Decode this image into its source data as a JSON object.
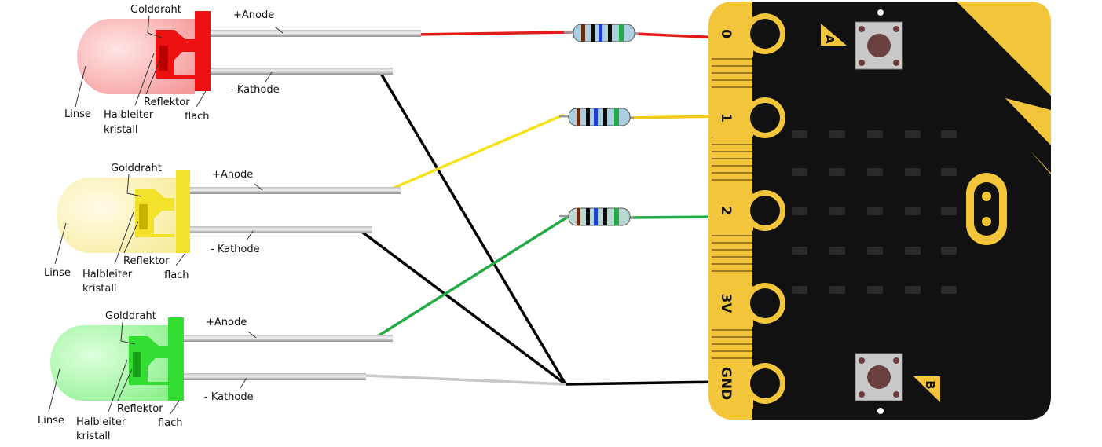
{
  "colors": {
    "red_led": "#ee1111",
    "yellow_led": "#f2e22a",
    "green_led": "#33dd33",
    "board": "#111111",
    "gold": "#f2c53a",
    "wire_red": "#e21b1b",
    "wire_yellow": "#f5e21d",
    "wire_green": "#22aa44",
    "wire_black": "#000000",
    "wire_gray": "#c8c8c8",
    "led_matrix": "#2a2a2a"
  },
  "leds": [
    {
      "color_name": "red",
      "labels": {
        "golddraht": "Golddraht",
        "anode": "+Anode",
        "kathode": "- Kathode",
        "linse": "Linse",
        "halbleiter_1": "Halbleiter",
        "halbleiter_2": "kristall",
        "reflektor": "Reflektor",
        "flach": "flach"
      }
    },
    {
      "color_name": "yellow",
      "labels": {
        "golddraht": "Golddraht",
        "anode": "+Anode",
        "kathode": "- Kathode",
        "linse": "Linse",
        "halbleiter_1": "Halbleiter",
        "halbleiter_2": "kristall",
        "reflektor": "Reflektor",
        "flach": "flach"
      }
    },
    {
      "color_name": "green",
      "labels": {
        "golddraht": "Golddraht",
        "anode": "+Anode",
        "kathode": "- Kathode",
        "linse": "Linse",
        "halbleiter_1": "Halbleiter",
        "halbleiter_2": "kristall",
        "reflektor": "Reflektor",
        "flach": "flach"
      }
    }
  ],
  "board": {
    "pins": [
      "0",
      "1",
      "2",
      "3V",
      "GND"
    ],
    "buttons": [
      "A",
      "B"
    ]
  }
}
